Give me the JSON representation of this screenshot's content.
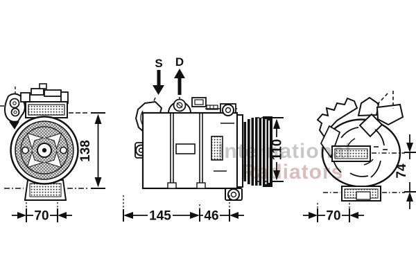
{
  "watermark": {
    "line1": "International",
    "line2": "Radiators"
  },
  "side_view": {
    "suction_port_label": "S",
    "discharge_port_label": "D"
  },
  "dimensions": {
    "front_view_width_mm": "70",
    "front_view_height_mm": "138",
    "side_view_body_length_mm": "145",
    "side_view_pulley_width_mm": "46",
    "side_view_pulley_diameter_mm": "110",
    "rear_view_width_mm": "70",
    "rear_view_mount_height_mm": "74"
  },
  "colors": {
    "line": "#111111",
    "background": "#ffffff",
    "watermark_gray": "#c7c7c7",
    "watermark_pink": "#d9bdbd"
  }
}
